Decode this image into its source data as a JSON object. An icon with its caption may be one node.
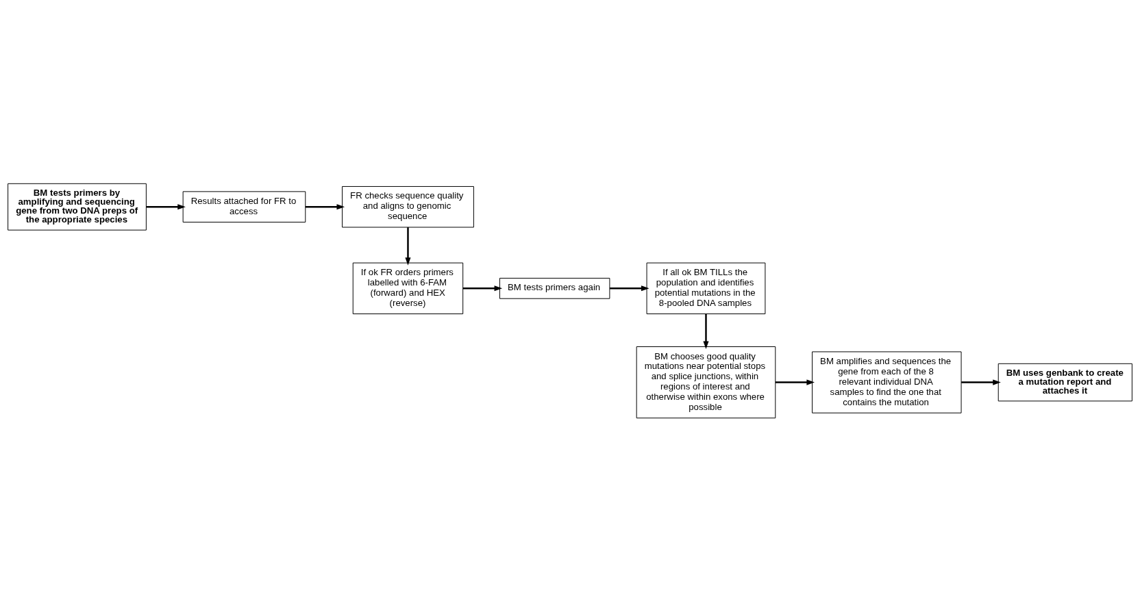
{
  "diagram": {
    "nodes": [
      {
        "text": [
          "BM tests primers by amplifying and sequencing gene from two DNA preps of the appropriate species"
        ]
      },
      {
        "text": [
          "Results attached for FR to access"
        ]
      },
      {
        "text": [
          "FR checks sequence quality and aligns to genomic sequence"
        ]
      },
      {
        "text": [
          "If ok FR orders primers labelled with 6-FAM (forward) and HEX (reverse)"
        ]
      },
      {
        "text": [
          "BM tests primers again"
        ]
      },
      {
        "text": [
          "If all ok BM TILLs the population and identifies potential mutations in the 8-pooled DNA samples"
        ]
      },
      {
        "text": [
          "BM chooses good quality mutations near potential stops and splice junctions, within regions of interest and otherwise within exons where possible"
        ]
      },
      {
        "text": [
          "BM amplifies and sequences the gene from each of the 8 relevant individual DNA samples to find the one that contains the mutation"
        ]
      },
      {
        "text": [
          "BM uses genbank to create a mutation report and attaches it"
        ]
      }
    ],
    "edges": [
      {
        "from": 0,
        "to": 1,
        "arrow": "to"
      },
      {
        "from": 1,
        "to": 2,
        "arrow": "to"
      },
      {
        "from": 2,
        "to": 3,
        "arrow": "to"
      },
      {
        "from": 3,
        "to": 4,
        "arrow": "to"
      },
      {
        "from": 4,
        "to": 5,
        "arrow": "to"
      },
      {
        "from": 5,
        "to": 6,
        "arrow": "to"
      },
      {
        "from": 6,
        "to": 7,
        "arrow": "to"
      },
      {
        "from": 7,
        "to": 8,
        "arrow": "to"
      }
    ]
  }
}
